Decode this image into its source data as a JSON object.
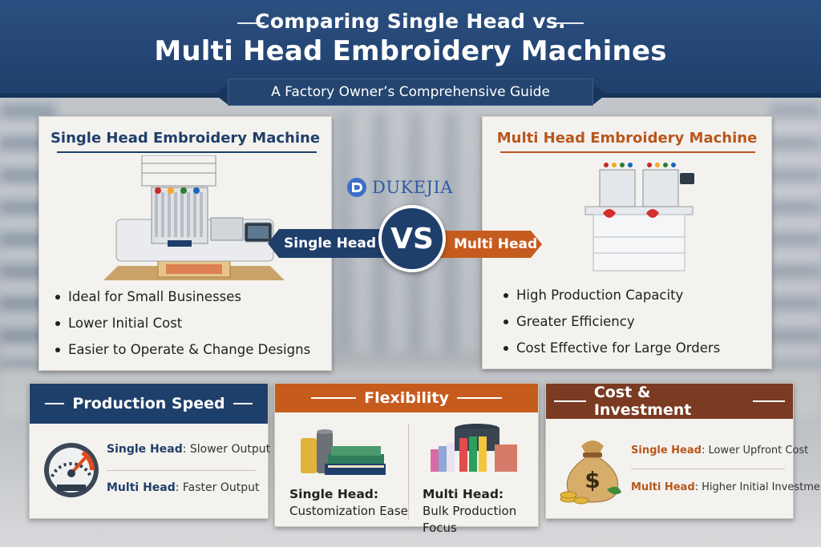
{
  "header": {
    "title_line1": "Comparing Single Head vs.",
    "title_line2": "Multi Head Embroidery Machines",
    "subtitle": "A Factory Owner’s Comprehensive Guide"
  },
  "left_card": {
    "title": "Single Head Embroidery Machine",
    "bullets": [
      "Ideal for Small Businesses",
      "Lower Initial Cost",
      "Easier to Operate & Change Designs"
    ]
  },
  "right_card": {
    "title": "Multi Head Embroidery Machine",
    "bullets": [
      "High Production Capacity",
      "Greater Efficiency",
      "Cost Effective for Large Orders"
    ]
  },
  "center": {
    "logo": "DUKEJIA",
    "left_tag": "Single Head",
    "vs": "VS",
    "right_tag": "Multi Head"
  },
  "panels": {
    "speed": {
      "title": "Production Speed",
      "single_label": "Single Head",
      "single_value": ": Slower Output",
      "multi_label": "Multi Head",
      "multi_value": ": Faster Output"
    },
    "flex": {
      "title": "Flexibility",
      "single_label": "Single Head:",
      "single_value": "Customization Ease",
      "multi_label": "Multi Head:",
      "multi_value": "Bulk Production Focus"
    },
    "cost": {
      "title": "Cost & Investment",
      "single_label": "Single Head",
      "single_value": ":  Lower Upfront Cost",
      "multi_label": "Multi Head",
      "multi_value": ":  Higher Initial Investment",
      "money_symbol": "$"
    }
  },
  "colors": {
    "navy": "#1f3f6b",
    "orange": "#b8561c",
    "brown": "#7a3b22"
  },
  "icons": [
    "speedometer-icon",
    "thread-spools-books-icon",
    "thread-spools-stack-icon",
    "money-bag-icon"
  ]
}
